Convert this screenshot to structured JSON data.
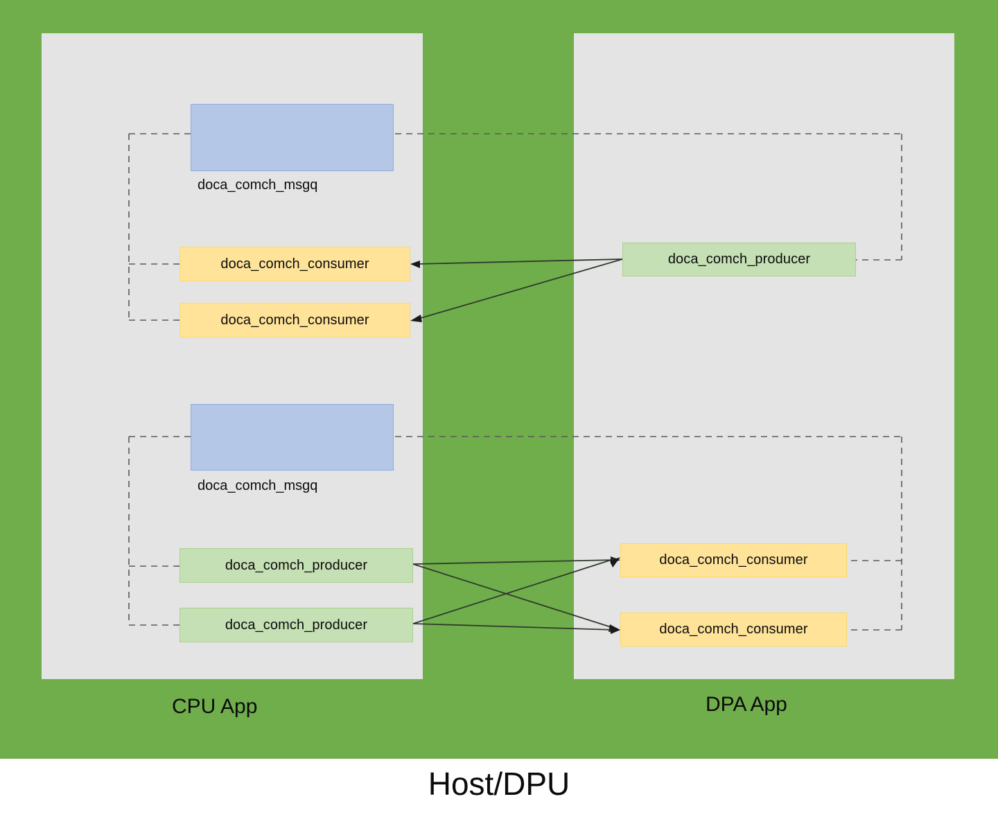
{
  "diagram": {
    "title": "Host/DPU",
    "background_color": "#70ae4c",
    "panel_color": "#e4e4e4",
    "footer_background": "#ffffff"
  },
  "colors": {
    "msgq_fill": "#b4c7e7",
    "msgq_border": "#8faadc",
    "consumer_fill": "#ffe399",
    "consumer_border": "#ffd966",
    "producer_fill": "#c5e0b4",
    "producer_border": "#a9d18e",
    "dashed_line": "#595959",
    "arrow_line": "#2e3b2a"
  },
  "panels": {
    "cpu": {
      "label": "CPU App"
    },
    "dpa": {
      "label": "DPA App"
    }
  },
  "groups": {
    "top": {
      "msgq_label": "doca_comch_msgq",
      "cpu_nodes": [
        {
          "label": "doca_comch_consumer",
          "role": "consumer"
        },
        {
          "label": "doca_comch_consumer",
          "role": "consumer"
        }
      ],
      "dpa_nodes": [
        {
          "label": "doca_comch_producer",
          "role": "producer"
        }
      ]
    },
    "bottom": {
      "msgq_label": "doca_comch_msgq",
      "cpu_nodes": [
        {
          "label": "doca_comch_producer",
          "role": "producer"
        },
        {
          "label": "doca_comch_producer",
          "role": "producer"
        }
      ],
      "dpa_nodes": [
        {
          "label": "doca_comch_consumer",
          "role": "consumer"
        },
        {
          "label": "doca_comch_consumer",
          "role": "consumer"
        }
      ]
    }
  }
}
